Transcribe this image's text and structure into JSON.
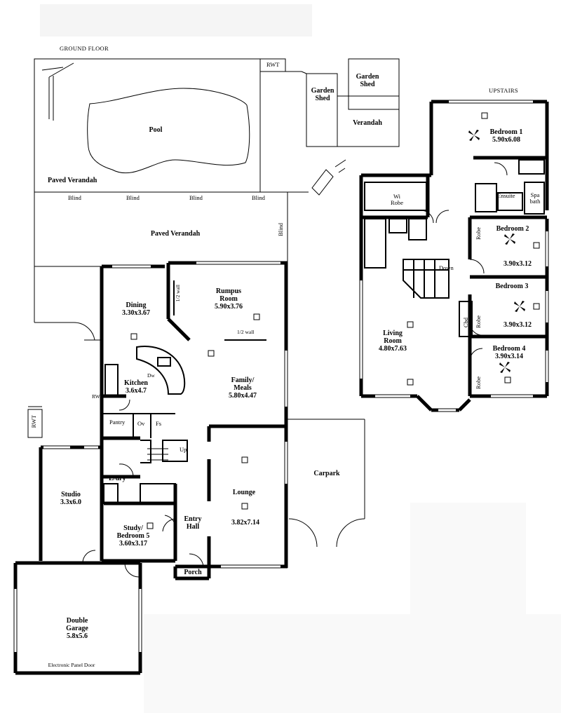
{
  "headings": {
    "ground": "GROUND FLOOR",
    "upstairs": "UPSTAIRS"
  },
  "ground": {
    "rwt_top": "RWT",
    "rwt_side": "RWT",
    "garden_shed_1": [
      "Garden",
      "Shed"
    ],
    "garden_shed_2": [
      "Garden",
      "Shed"
    ],
    "verandah": "Verandah",
    "pool": "Pool",
    "paved_verandah_top": "Paved Verandah",
    "paved_verandah_mid": "Paved Verandah",
    "blind": "Blind",
    "half_wall": "1/2 wall",
    "dining": {
      "name": "Dining",
      "size": "3.30x3.67"
    },
    "rumpus": {
      "name": [
        "Rumpus",
        "Room"
      ],
      "size": "5.90x3.76"
    },
    "kitchen": {
      "name": "Kitchen",
      "size": "3.6x4.7"
    },
    "dw": "Dw",
    "family": {
      "name": "Family/",
      "name2": "Meals",
      "size": "5.80x4.47"
    },
    "pantry": "Pantry",
    "ov": "Ov",
    "fs": "Fs",
    "up": "Up",
    "rw": "RW",
    "ldry": "L/dry",
    "studio": {
      "name": "Studio",
      "size": "3.3x6.0"
    },
    "lounge": {
      "name": "Lounge",
      "size": "3.82x7.14"
    },
    "carpark": "Carpark",
    "entry": [
      "Entry",
      "Hall"
    ],
    "study": {
      "name": [
        "Study/",
        "Bedroom 5"
      ],
      "size": "3.60x3.17"
    },
    "porch": "Porch",
    "garage": {
      "name": [
        "Double",
        "Garage"
      ],
      "size": "5.8x5.6"
    },
    "garage_door": "Electronic Panel Door"
  },
  "upstairs": {
    "bedroom1": {
      "name": "Bedroom 1",
      "size": "5.90x6.08"
    },
    "wi_robe": [
      "Wi",
      "Robe"
    ],
    "ensuite": "Ensuite",
    "spa_bath": [
      "Spa",
      "bath"
    ],
    "bedroom2": {
      "name": "Bedroom 2",
      "size": "3.90x3.12"
    },
    "bedroom3": {
      "name": "Bedroom 3",
      "size": "3.90x3.12"
    },
    "bedroom4": {
      "name": "Bedroom 4",
      "size": "3.90x3.14"
    },
    "robe": "Robe",
    "cbd": "Cbd",
    "down": "Down",
    "living": {
      "name": [
        "Living",
        "Room"
      ],
      "size": "4.80x7.63"
    }
  }
}
